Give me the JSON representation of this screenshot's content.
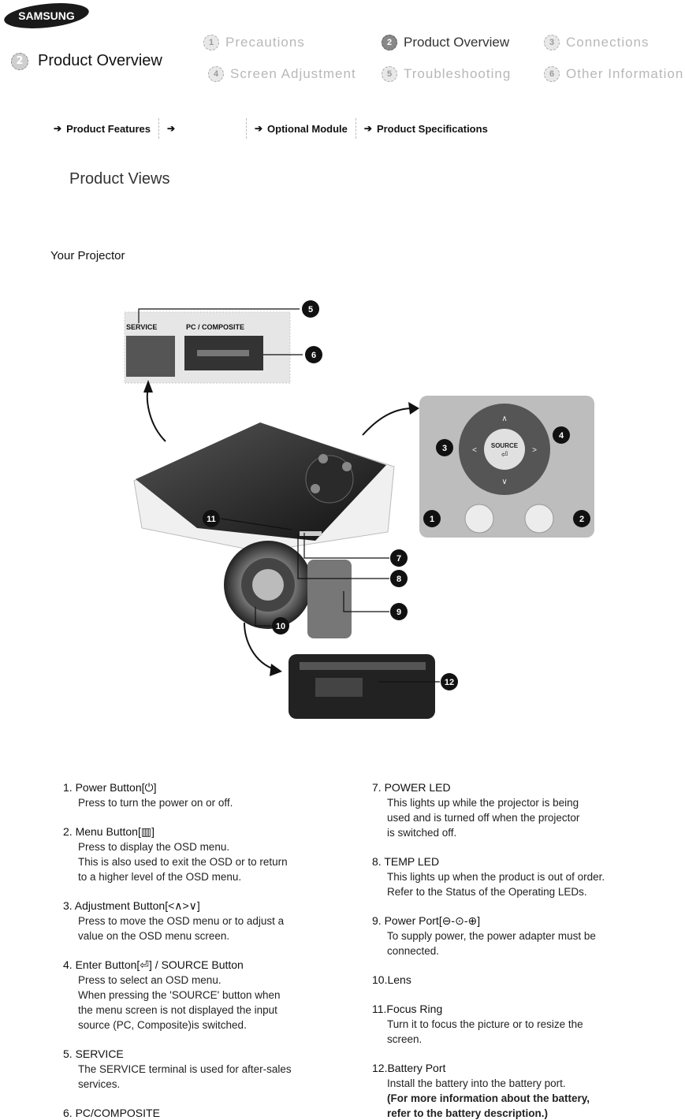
{
  "brand": {
    "logo_text": "SAMSUNG"
  },
  "header": {
    "page_number": "2",
    "page_title": "Product Overview",
    "nav": [
      {
        "num": "1",
        "label": "Precautions",
        "state": "dim"
      },
      {
        "num": "2",
        "label": "Product Overview",
        "state": "active"
      },
      {
        "num": "3",
        "label": "Connections",
        "state": "dim"
      },
      {
        "num": "4",
        "label": "Screen Adjustment",
        "state": "dim"
      },
      {
        "num": "5",
        "label": "Troubleshooting",
        "state": "dim"
      },
      {
        "num": "6",
        "label": "Other Information",
        "state": "dim"
      }
    ]
  },
  "subtabs": [
    {
      "label": "Product Features"
    },
    {
      "label": ""
    },
    {
      "label": "Optional Module"
    },
    {
      "label": "Product Specifications"
    }
  ],
  "section_heading": "Product Views",
  "subsection": "Your Projector",
  "figure": {
    "service_label": "SERVICE",
    "pc_label": "PC / COMPOSITE",
    "source_label": "SOURCE",
    "callouts": [
      "1",
      "2",
      "3",
      "4",
      "5",
      "6",
      "7",
      "8",
      "9",
      "10",
      "11",
      "12"
    ]
  },
  "descriptions_left": [
    {
      "title": "1. Power Button[⏻]",
      "lines": [
        "Press to turn the power on or off."
      ]
    },
    {
      "title": "2. Menu Button[▥]",
      "lines": [
        "Press to display the OSD menu.",
        "This is also used to exit the OSD or to return",
        "to a higher level of the OSD menu."
      ]
    },
    {
      "title": "3. Adjustment Button[<∧>∨]",
      "lines": [
        "Press to move the OSD menu or to adjust a",
        "value on the OSD menu screen."
      ]
    },
    {
      "title": "4. Enter Button[⏎] / SOURCE Button",
      "lines": [
        "Press to select an OSD menu.",
        "When pressing the 'SOURCE' button when",
        "the menu screen is not displayed the input",
        "source (PC, Composite)is switched."
      ]
    },
    {
      "title": "5. SERVICE",
      "lines": [
        "The SERVICE terminal is used for after-sales",
        "services."
      ]
    },
    {
      "title": "6. PC/COMPOSITE",
      "lines": []
    }
  ],
  "descriptions_right": [
    {
      "title": "7. POWER LED",
      "lines": [
        "This lights up while the projector is being",
        "used and is turned off when the projector",
        "is switched off."
      ]
    },
    {
      "title": "8. TEMP LED",
      "lines": [
        "This lights up when the product is out of order.",
        "Refer to the Status of the Operating LEDs."
      ]
    },
    {
      "title": "9. Power Port[⊖-⊙-⊕]",
      "lines": [
        "To supply power, the power adapter must be",
        "connected."
      ]
    },
    {
      "title": "10.Lens",
      "lines": []
    },
    {
      "title": "11.Focus Ring",
      "lines": [
        "Turn it to focus the picture or to resize the",
        "screen."
      ]
    },
    {
      "title": "12.Battery Port",
      "lines": [
        "Install the battery into the battery port."
      ],
      "bold_lines": [
        "(For more information about the battery,",
        "refer to the battery description.)"
      ]
    }
  ]
}
